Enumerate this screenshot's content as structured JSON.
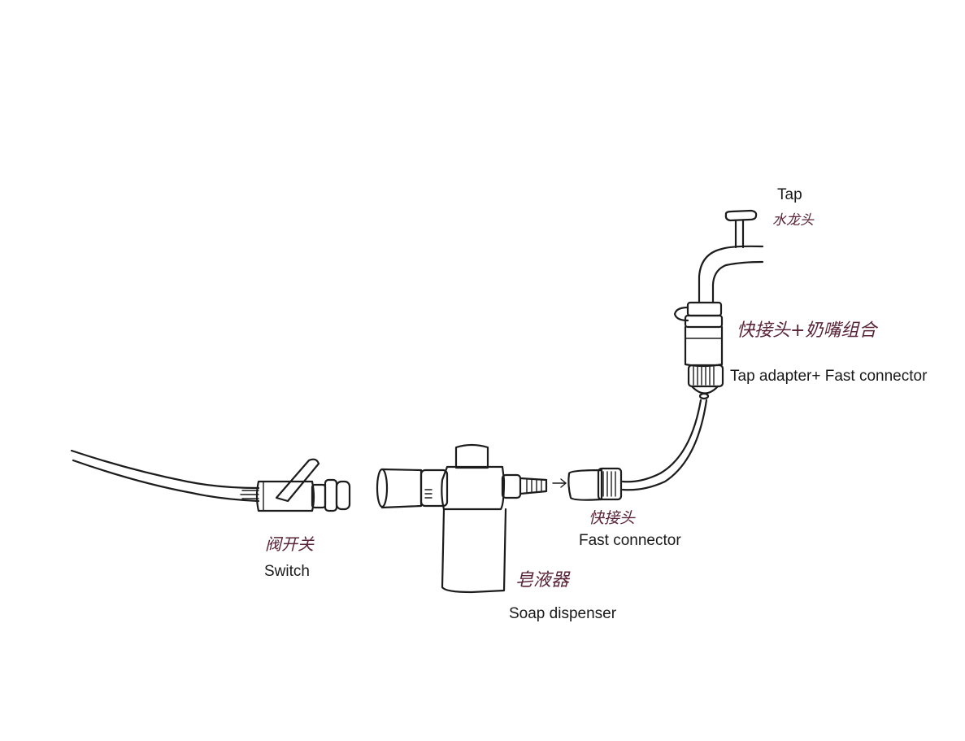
{
  "colors": {
    "ink": "#1c1c1c",
    "chinese_ink": "#5a2438",
    "background": "#ffffff"
  },
  "labels": {
    "tap": {
      "en": "Tap",
      "cn": "水龙头"
    },
    "tap_adapter": {
      "en": "Tap adapter+ Fast connector",
      "cn": "快接头+奶嘴组合"
    },
    "fast_connector": {
      "en": "Fast connector",
      "cn": "快接头"
    },
    "soap_dispenser": {
      "en": "Soap dispenser",
      "cn": "皂液器"
    },
    "switch": {
      "en": "Switch",
      "cn": "阀开关"
    }
  }
}
